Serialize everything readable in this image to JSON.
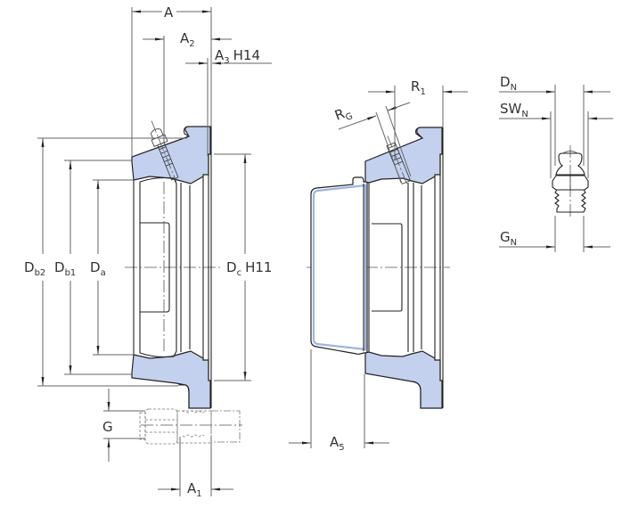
{
  "figure": {
    "title": "Flanged housing with grease nipple – dimension drawing",
    "fill_color": "#c3d1ee",
    "line_color": "#222222"
  },
  "left_view": {
    "labels": {
      "A": "A",
      "A2_main": "A",
      "A2_sub": "2",
      "A3_main": "A",
      "A3_sub": "3",
      "A3_tol": "H14",
      "Db2_main": "D",
      "Db2_sub": "b2",
      "Db1_main": "D",
      "Db1_sub": "b1",
      "Da_main": "D",
      "Da_sub": "a",
      "Dc_main": "D",
      "Dc_sub": "c",
      "Dc_tol": "H11",
      "G": "G",
      "A1_main": "A",
      "A1_sub": "1"
    }
  },
  "middle_view": {
    "labels": {
      "RG_main": "R",
      "RG_sub": "G",
      "R1_main": "R",
      "R1_sub": "1",
      "A5_main": "A",
      "A5_sub": "5"
    }
  },
  "nipple_view": {
    "labels": {
      "DN_main": "D",
      "DN_sub": "N",
      "SWN_main": "SW",
      "SWN_sub": "N",
      "GN_main": "G",
      "GN_sub": "N"
    }
  }
}
